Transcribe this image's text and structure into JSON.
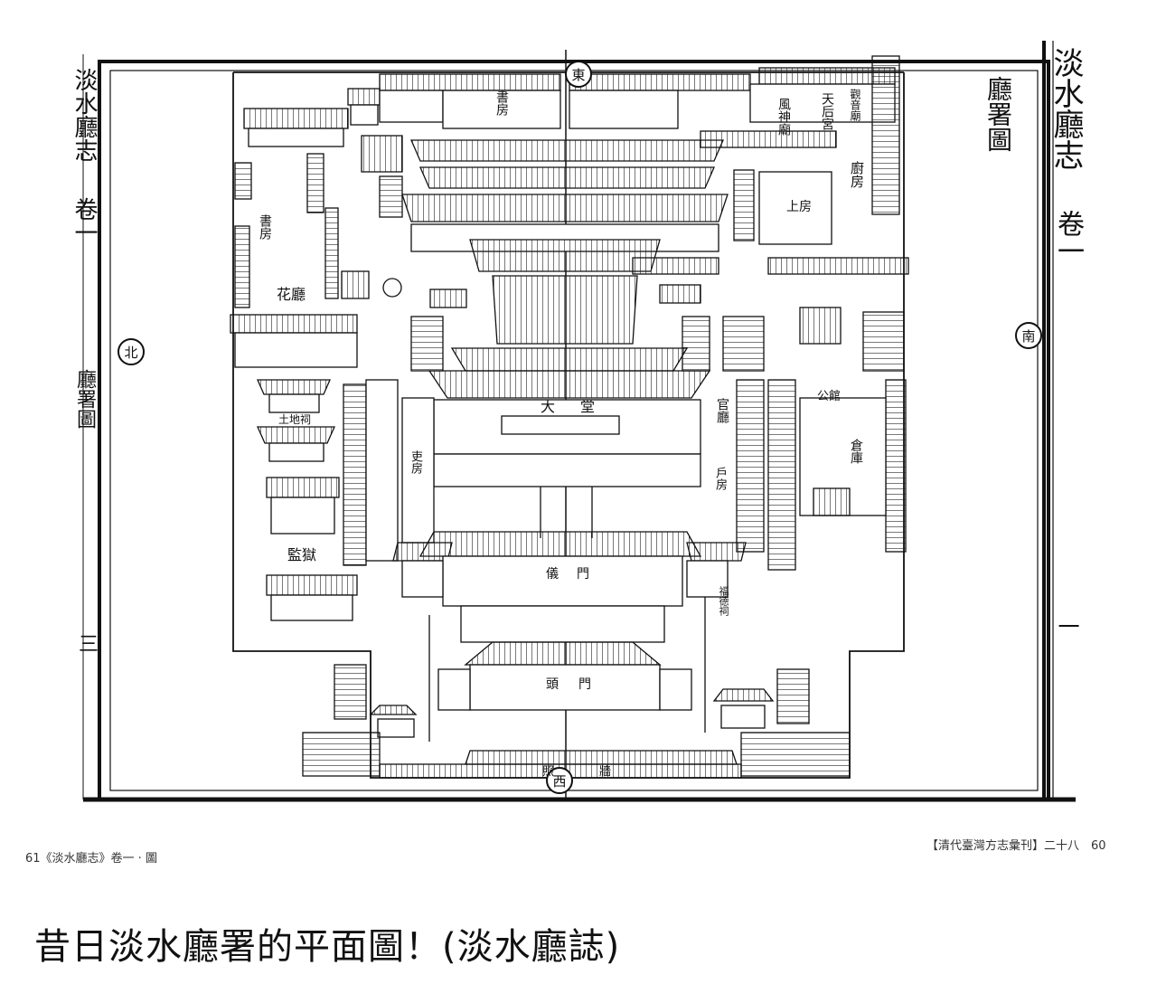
{
  "book": {
    "left_edge": "淡水廳志",
    "left_edge_vol": "卷一",
    "left_page_title": "廳署圖",
    "left_page_no": "三",
    "right_header": "淡水廳志",
    "right_header_vol": "卷一",
    "plate_title": "廳署圖",
    "right_page_no": "一"
  },
  "compass": {
    "east": "東",
    "west": "西",
    "north": "北",
    "south": "南"
  },
  "labels": {
    "shufang_top": "書房",
    "fengshen": "風神廟",
    "tianhou": "天后宮",
    "guandi": "觀音廟",
    "chufang": "廚房",
    "shangfang": "上房",
    "shufang_left": "書房",
    "huating": "花廳",
    "tudi": "土地祠",
    "jianyu": "監獄",
    "datang": "大堂",
    "guanting": "官廳",
    "gongguan": "公館",
    "cangku": "倉庫",
    "yaofang": "吏房",
    "hufang": "戶房",
    "yimen": "儀門",
    "fushenci": "福德祠",
    "toumen": "頭門",
    "zhaoqiang": "照牆"
  },
  "footer": {
    "left": "61《淡水廳志》卷一 · 圖",
    "right": "【清代臺灣方志彙刊】二十八　60"
  },
  "caption": "昔日淡水廳署的平面圖！(淡水廳誌)"
}
